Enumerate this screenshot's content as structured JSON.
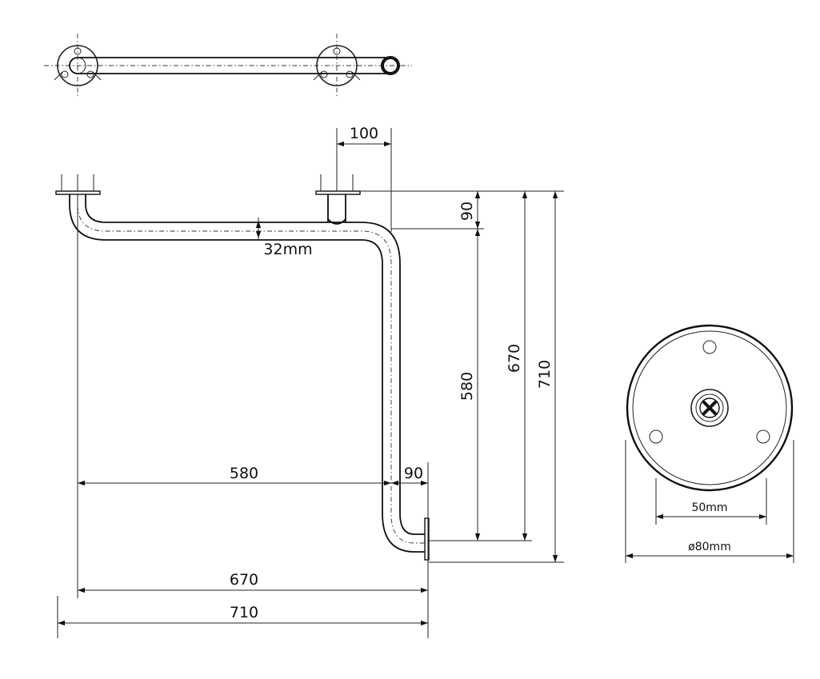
{
  "dimensions": {
    "offset_top": "100",
    "flange_drop": "90",
    "tube_diameter": "32mm",
    "vertical_580": "580",
    "vertical_670": "670",
    "vertical_710": "710",
    "horizontal_580": "580",
    "horizontal_90": "90",
    "horizontal_670": "670",
    "horizontal_710": "710"
  },
  "flange_detail": {
    "hole_spacing": "50mm",
    "diameter": "ø80mm"
  }
}
